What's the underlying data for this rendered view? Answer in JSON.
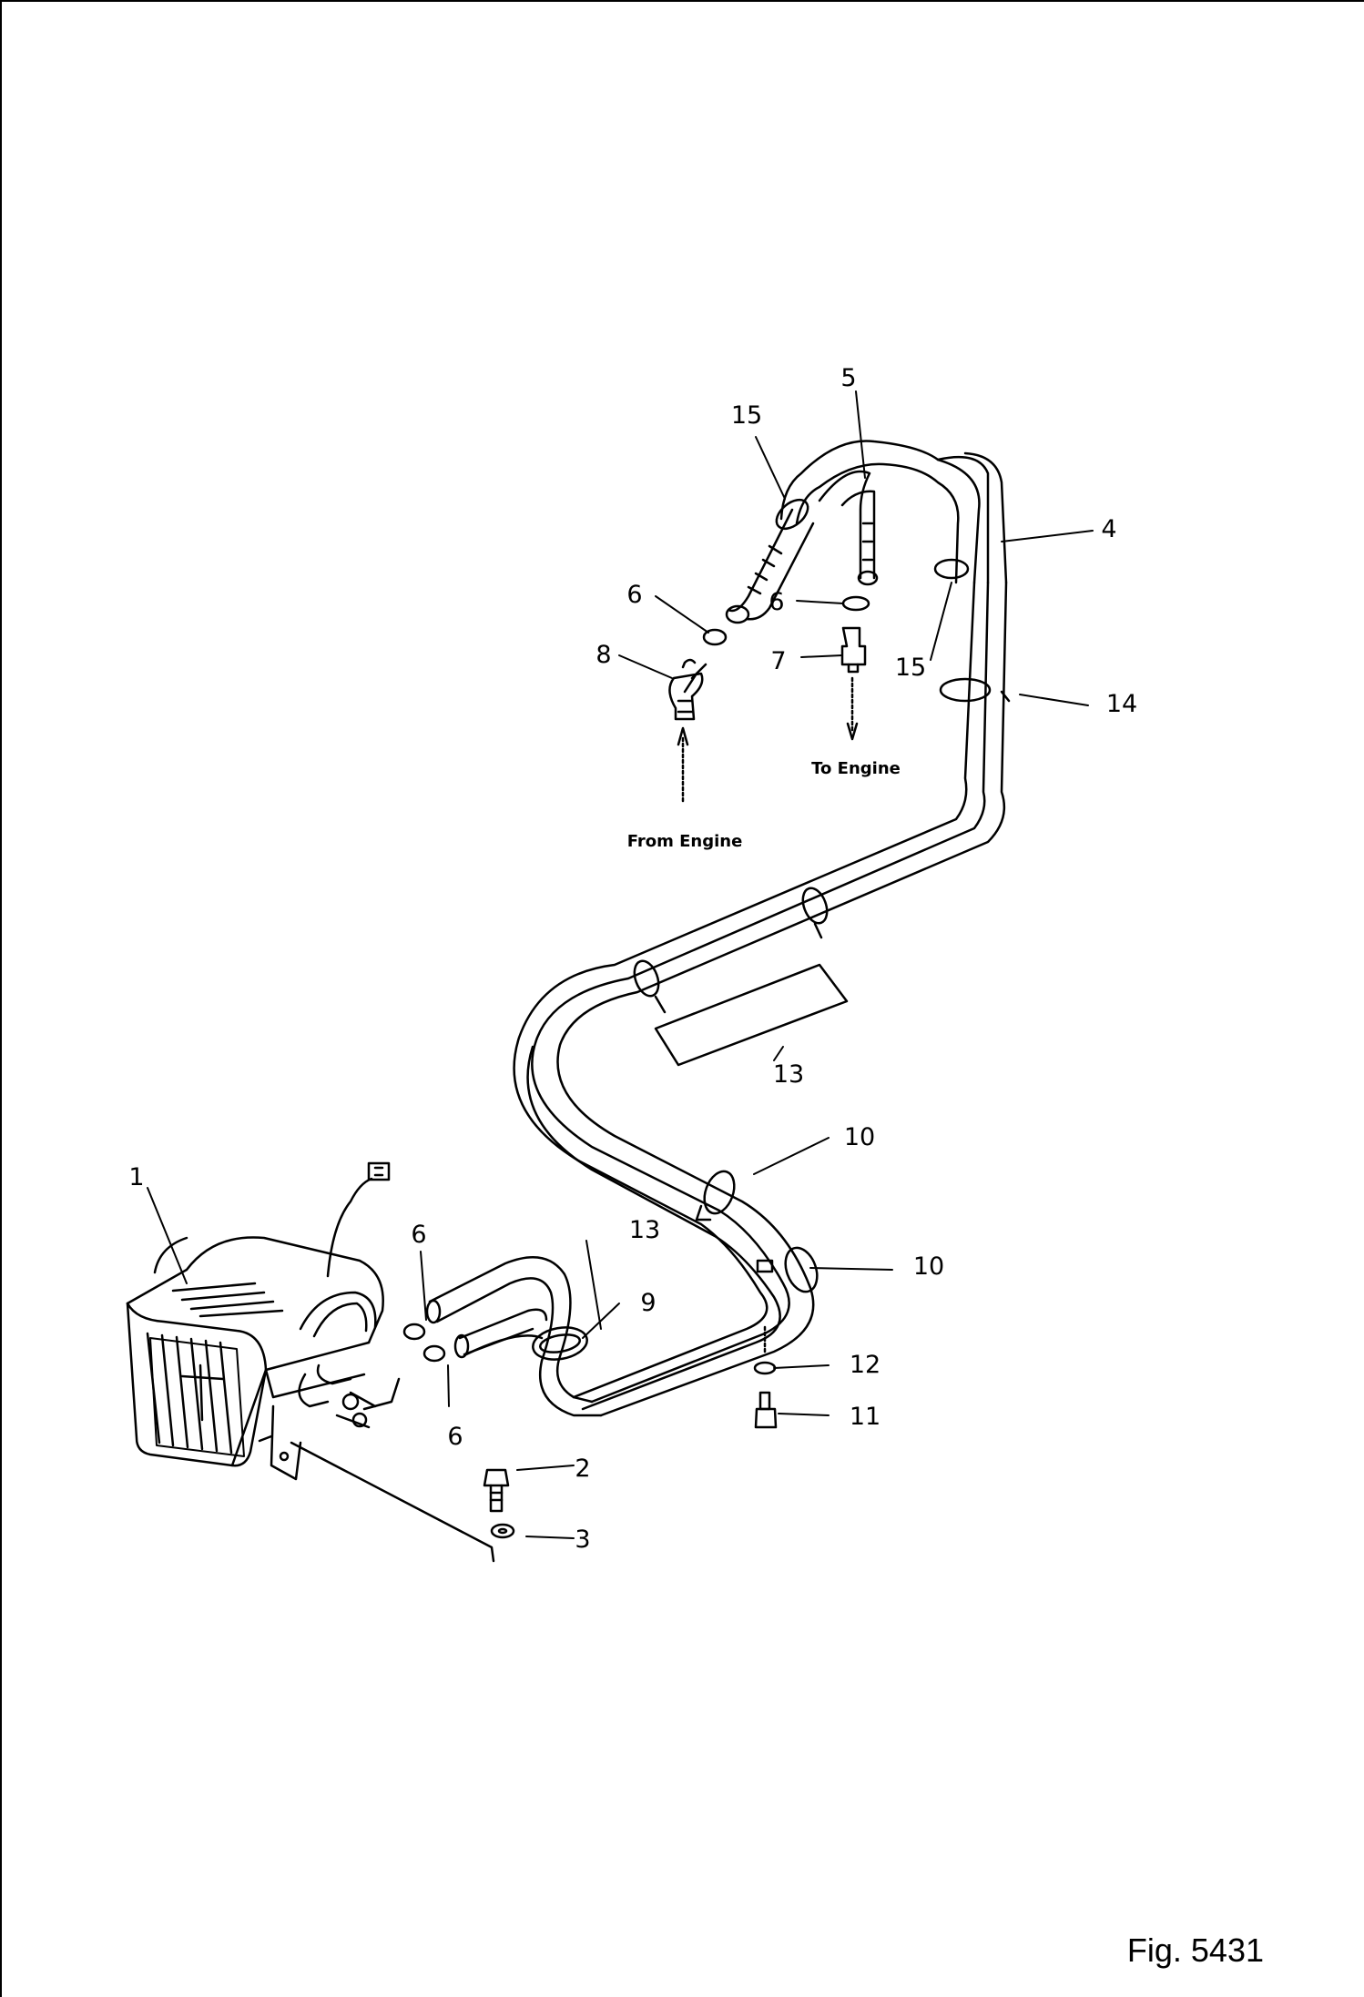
{
  "callouts": {
    "c1": "1",
    "c2": "2",
    "c3": "3",
    "c4": "4",
    "c5": "5",
    "c6a": "6",
    "c6b": "6",
    "c6c": "6",
    "c6d": "6",
    "c7": "7",
    "c8": "8",
    "c9": "9",
    "c10a": "10",
    "c10b": "10",
    "c11": "11",
    "c12": "12",
    "c13a": "13",
    "c13b": "13",
    "c14": "14",
    "c15a": "15",
    "c15b": "15"
  },
  "notes": {
    "from_engine": "From Engine",
    "to_engine": "To Engine"
  },
  "figure_label": "Fig. 5431"
}
